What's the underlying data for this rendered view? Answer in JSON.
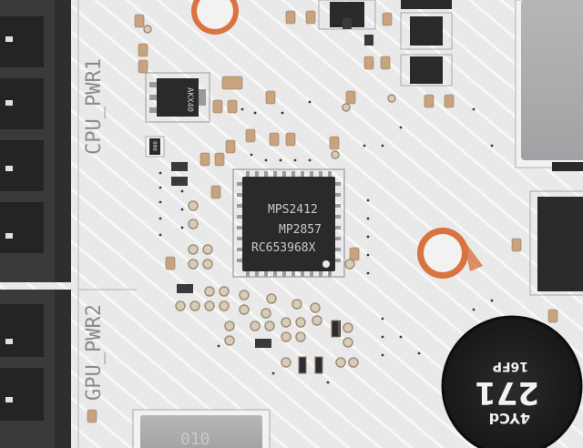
{
  "board": {
    "silkscreen": {
      "cpu_label": "CPU_PWR1",
      "gpu_label": "GPU_PWR2"
    },
    "main_chip": {
      "line1": "MPS2412",
      "line2": "MP2857",
      "line3": "RC653968X"
    },
    "small_ic_marking": "AKX40",
    "resistor_marking": "000",
    "capacitor": {
      "line1": "4YCd",
      "line2": "271",
      "line3": "16FP"
    },
    "inductor_marking": "010"
  },
  "colors": {
    "pcb": "#e9e9ea",
    "chip": "#2a2a2d",
    "copper_ring": "#d9733f",
    "connector": "#2e2e30",
    "capacitor": "#1d1d1f"
  }
}
